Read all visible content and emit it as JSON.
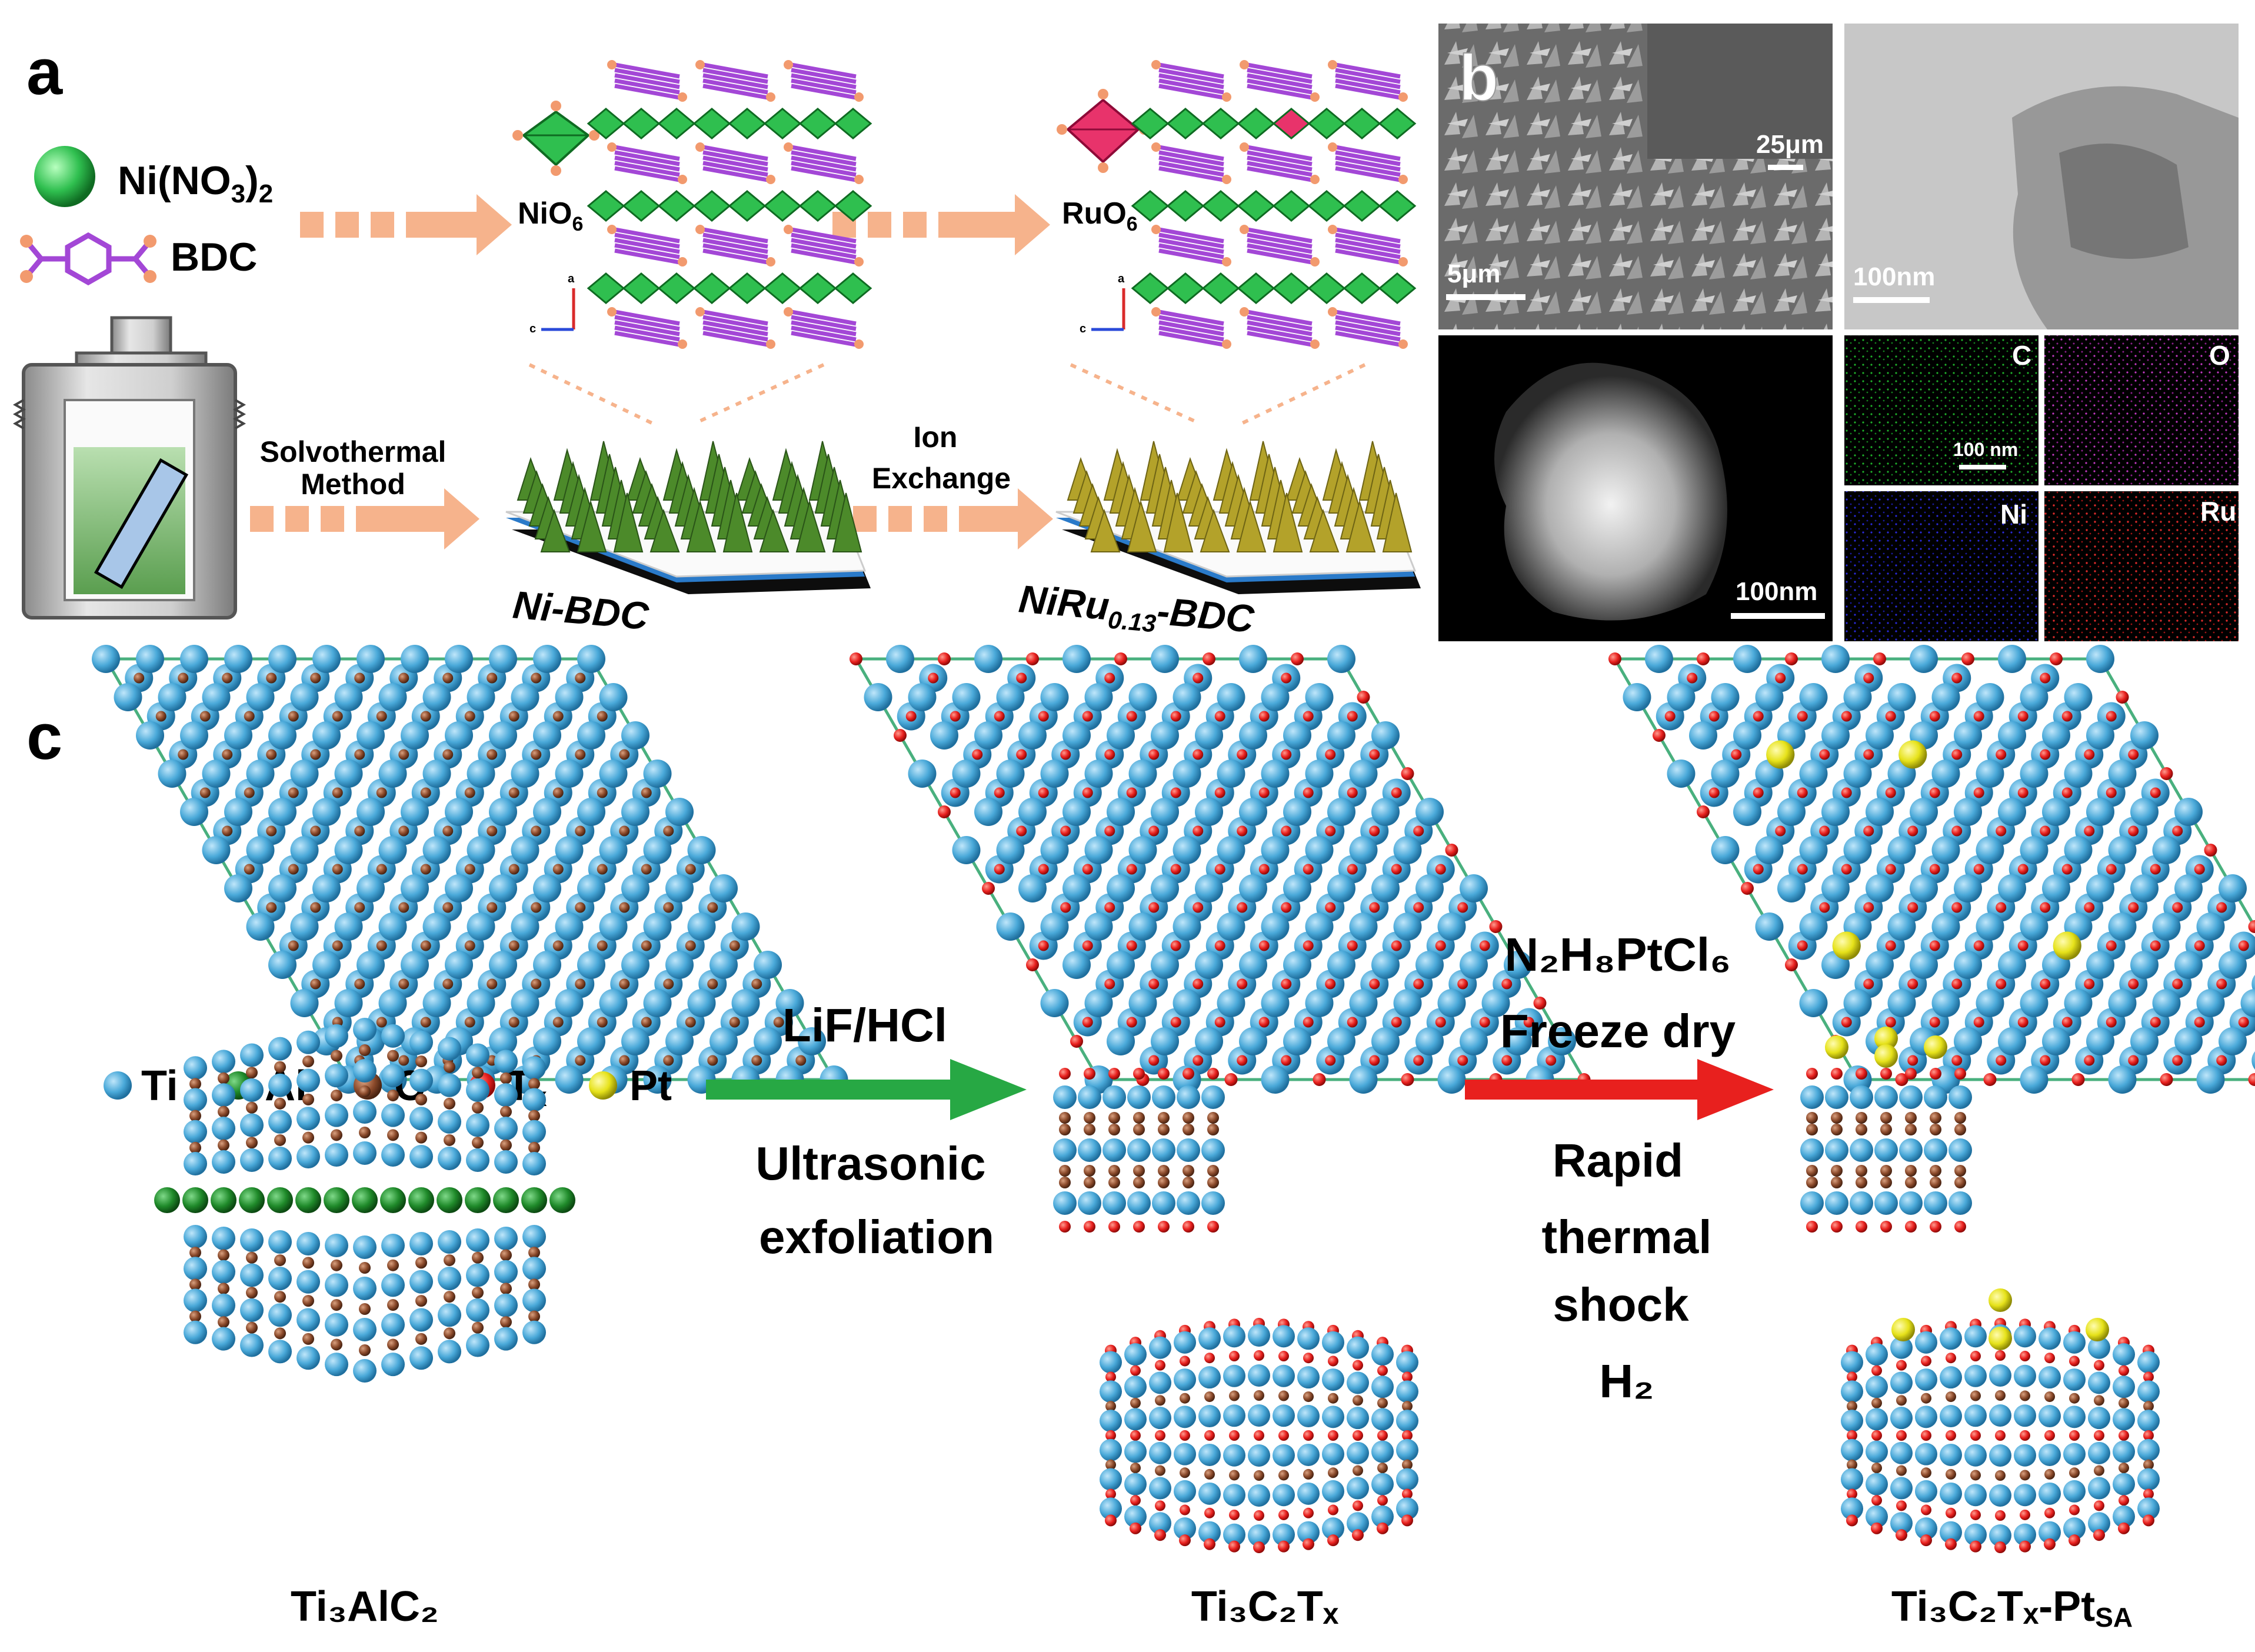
{
  "panel_a": {
    "letter": "a",
    "legend_ni": "Ni(NO",
    "legend_ni_sub1": "3",
    "legend_ni_close": ")",
    "legend_ni_sub2": "2",
    "legend_bdc": "BDC",
    "nio6_main": "NiO",
    "nio6_sub": "6",
    "ruo6_main": "RuO",
    "ruo6_sub": "6",
    "solvothermal_line1": "Solvothermal",
    "solvothermal_line2": "Method",
    "ion_line1": "Ion",
    "ion_line2": "Exchange",
    "ni_bdc": "Ni-BDC",
    "niru_main": "NiRu",
    "niru_sub": "0.13",
    "niru_tail": "-BDC",
    "axis_a": "a",
    "axis_c": "c"
  },
  "panel_b": {
    "letter": "b",
    "sem_scale_large": "25μm",
    "sem_scale_small": "5μm",
    "tem_scale": "100nm",
    "haadf_scale": "100nm",
    "map_scale": "100 nm",
    "map_labels": [
      "C",
      "O",
      "Ni",
      "Ru"
    ]
  },
  "panel_c": {
    "letter": "c",
    "legend": [
      {
        "label": "Ti",
        "color": "#4aa9d9"
      },
      {
        "label": "Al",
        "color": "#1f8a2a"
      },
      {
        "label": "C",
        "color": "#8b4a2b"
      },
      {
        "label": "T",
        "sub": "x",
        "color": "#e8201e"
      },
      {
        "label": "Pt",
        "color": "#e6e21a"
      }
    ],
    "step1_line1": "LiF/HCl",
    "step1_line2": "Ultrasonic",
    "step1_line3": "exfoliation",
    "step2_line1": "N₂H₈PtCl₆",
    "step2_line2": "Freeze dry",
    "step2_line3": "Rapid",
    "step2_line4": "thermal",
    "step2_line5": "shock",
    "step2_line6": "H₂",
    "label_max": "Ti₃AlC₂",
    "label_mxene": "Ti₃C₂Tₓ",
    "label_pt_main": "Ti₃C₂Tₓ-Pt",
    "label_pt_sub": "SA"
  },
  "colors": {
    "ti": "#4aa9d9",
    "al": "#1f8a2a",
    "c": "#8b4a2b",
    "tx": "#e8201e",
    "pt": "#e6e21a",
    "arrow_orange": "#f6b38c",
    "arrow_green": "#27a844",
    "arrow_red": "#e8201e",
    "mof_purple": "#a347d6",
    "mof_green": "#2fbf4f",
    "ru_pink": "#e8336b",
    "nanosheet_green": "#4c8a2a",
    "nanosheet_yellow": "#b3a22a",
    "substrate_blue": "#2a7ac9"
  }
}
